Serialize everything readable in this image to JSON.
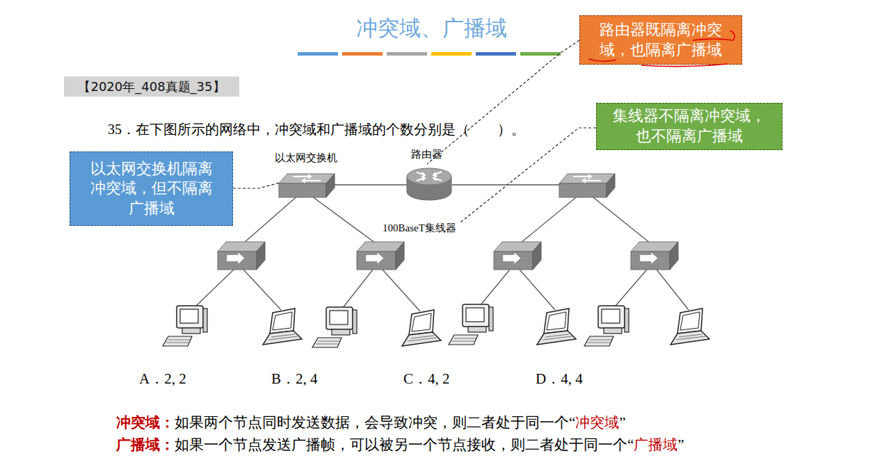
{
  "diagram": {
    "title": "冲突域、广播域",
    "nodes": [
      {
        "text": [
          "路由器既隔离冲突 域，也隔离广播域"
        ]
      },
      {
        "text": [
          "【2020年_408真题_35】"
        ]
      },
      {
        "text": [
          "集线器不隔离冲突域， 也不隔离广播域"
        ]
      },
      {
        "text": [
          "以太网交换机隔离 冲突域，但不隔离 广播域"
        ]
      }
    ],
    "labels": [
      "35．在下图所示的网络中，冲突域和广播域的个数分别是（　　）。",
      "以太网交换机",
      "路由器",
      "100BaseT集线器",
      "A．2, 2",
      "B．2, 4",
      "C．4, 2",
      "D．4, 4",
      "冲突域：",
      "如果两个节点同时发送数据，会导致冲突，则二者处于同一个“",
      "冲突域",
      "”",
      "广播域：",
      "如果一个节点发送广播帧，可以被另一个节点接收，则二者处于同一个“",
      "广播域",
      "”"
    ]
  }
}
